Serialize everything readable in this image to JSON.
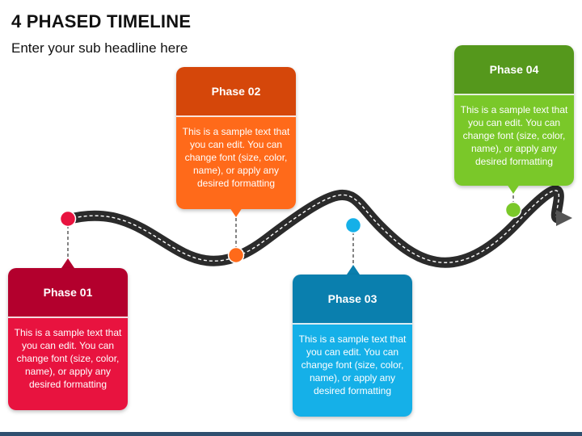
{
  "title": "4 PHASED TIMELINE",
  "subtitle": "Enter your sub headline here",
  "phases": [
    {
      "label": "Phase 01",
      "text": "This is a sample text that you can edit. You can change font (size, color, name), or apply any desired formatting",
      "header_color": "#b3002d",
      "body_color": "#e8133f"
    },
    {
      "label": "Phase 02",
      "text": "This is a sample text that you can edit. You can change font (size, color, name), or apply any desired formatting",
      "header_color": "#d5470a",
      "body_color": "#ff6a1a"
    },
    {
      "label": "Phase 03",
      "text": "This is a sample text that you can edit. You can change font (size, color, name), or apply any desired formatting",
      "header_color": "#0a7fae",
      "body_color": "#15b0e8"
    },
    {
      "label": "Phase 04",
      "text": "This is a sample text that you can edit. You can change font (size, color, name), or apply any desired formatting",
      "header_color": "#55981c",
      "body_color": "#7ac829"
    }
  ],
  "marker_colors": [
    "#e8133f",
    "#ff6a1a",
    "#15b0e8",
    "#7ac829"
  ],
  "road_color": "#2b2b2b",
  "footer_bar_color": "#2f4f6f"
}
